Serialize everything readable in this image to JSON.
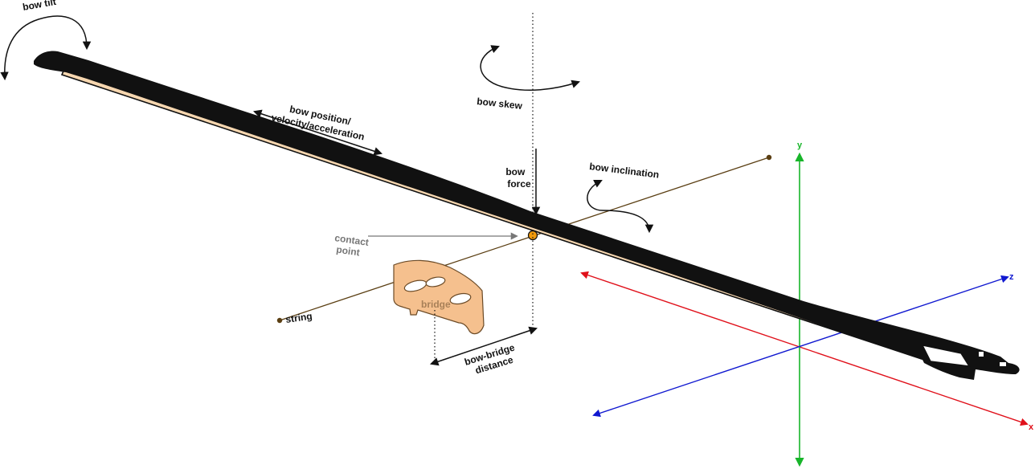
{
  "labels": {
    "bow_tilt": "bow tilt",
    "bow_skew": "bow skew",
    "bow_position": [
      "bow position/",
      "velocity/acceleration"
    ],
    "bow_force": [
      "bow",
      "force"
    ],
    "bow_inclination": "bow inclination",
    "contact_point": [
      "contact",
      "point"
    ],
    "bridge": "bridge",
    "string": "string",
    "bow_bridge_distance": [
      "bow-bridge",
      "distance"
    ]
  },
  "axes": {
    "x": "x",
    "y": "y",
    "z": "z"
  },
  "colors": {
    "x_axis": "#e0101a",
    "y_axis": "#18b52a",
    "z_axis": "#1018d0",
    "string": "#5a3e12",
    "bridge_fill": "#f5c08e",
    "bow_hair": "#f7d7b0",
    "contact_point": "#f29a0c",
    "ink": "#111111",
    "muted": "#777777"
  }
}
